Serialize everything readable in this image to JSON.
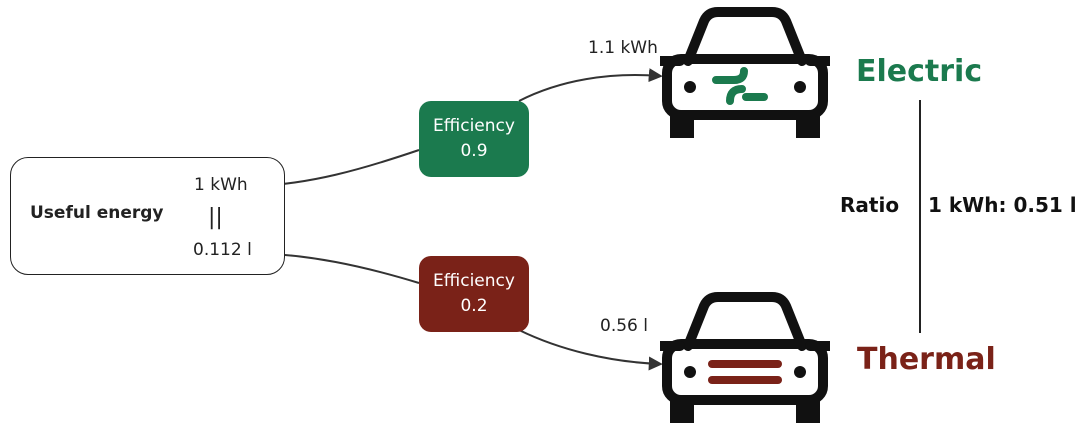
{
  "useful_energy": {
    "label": "Useful energy",
    "electric_value": "1 kWh",
    "equals_symbol": "||",
    "thermal_value": "0.112 l"
  },
  "electric_branch": {
    "efficiency_label": "Efficiency",
    "efficiency_value": "0.9",
    "input_value": "1.1 kWh",
    "type_label": "Electric"
  },
  "thermal_branch": {
    "efficiency_label": "Efficiency",
    "efficiency_value": "0.2",
    "input_value": "0.56 l",
    "type_label": "Thermal"
  },
  "ratio": {
    "label": "Ratio",
    "value": "1 kWh: 0.51 l"
  },
  "colors": {
    "electric": "#1b7a4e",
    "thermal": "#7a2218",
    "line": "#222222"
  },
  "icons": {
    "electric_car": "car-front-plug-icon",
    "thermal_car": "car-front-grille-icon"
  }
}
